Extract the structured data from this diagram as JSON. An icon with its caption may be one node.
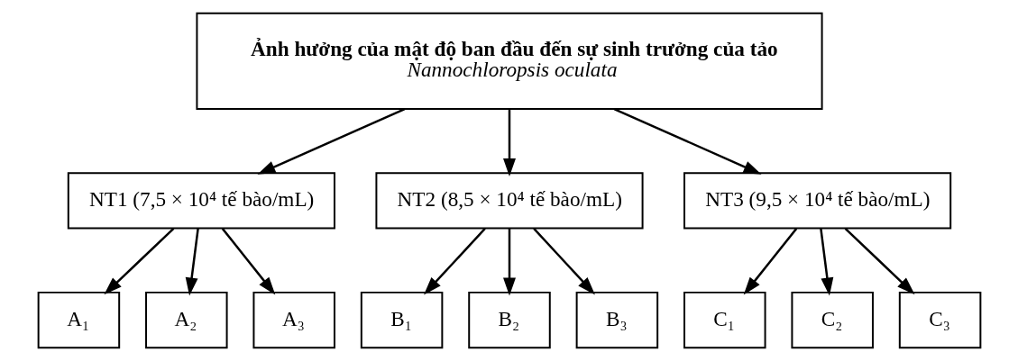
{
  "diagram": {
    "nodes": [
      {
        "text": [
          "Ảnh hưởng của mật độ ban đầu đến sự sinh trưởng của tảo",
          "Nannochloropsis oculata"
        ]
      },
      {
        "text": [
          "NT1 (7,5 × 10⁴ tế bào/mL)"
        ]
      },
      {
        "text": [
          "NT2 (8,5 × 10⁴ tế bào/mL)"
        ]
      },
      {
        "text": [
          "NT3 (9,5 × 10⁴ tế bào/mL)"
        ]
      },
      {
        "text": [
          "A₁"
        ]
      },
      {
        "text": [
          "A₂"
        ]
      },
      {
        "text": [
          "A₃"
        ]
      },
      {
        "text": [
          "B₁"
        ]
      },
      {
        "text": [
          "B₂"
        ]
      },
      {
        "text": [
          "B₃"
        ]
      },
      {
        "text": [
          "C₁"
        ]
      },
      {
        "text": [
          "C₂"
        ]
      },
      {
        "text": [
          "C₃"
        ]
      }
    ],
    "edges": [
      {
        "from": 0,
        "to": 1,
        "arrow": "to"
      },
      {
        "from": 0,
        "to": 2,
        "arrow": "to"
      },
      {
        "from": 0,
        "to": 3,
        "arrow": "to"
      },
      {
        "from": 1,
        "to": 4,
        "arrow": "to"
      },
      {
        "from": 1,
        "to": 5,
        "arrow": "to"
      },
      {
        "from": 1,
        "to": 6,
        "arrow": "to"
      },
      {
        "from": 2,
        "to": 7,
        "arrow": "to"
      },
      {
        "from": 2,
        "to": 8,
        "arrow": "to"
      },
      {
        "from": 2,
        "to": 9,
        "arrow": "to"
      },
      {
        "from": 3,
        "to": 10,
        "arrow": "to"
      },
      {
        "from": 3,
        "to": 11,
        "arrow": "to"
      },
      {
        "from": 3,
        "to": 12,
        "arrow": "to"
      }
    ]
  }
}
